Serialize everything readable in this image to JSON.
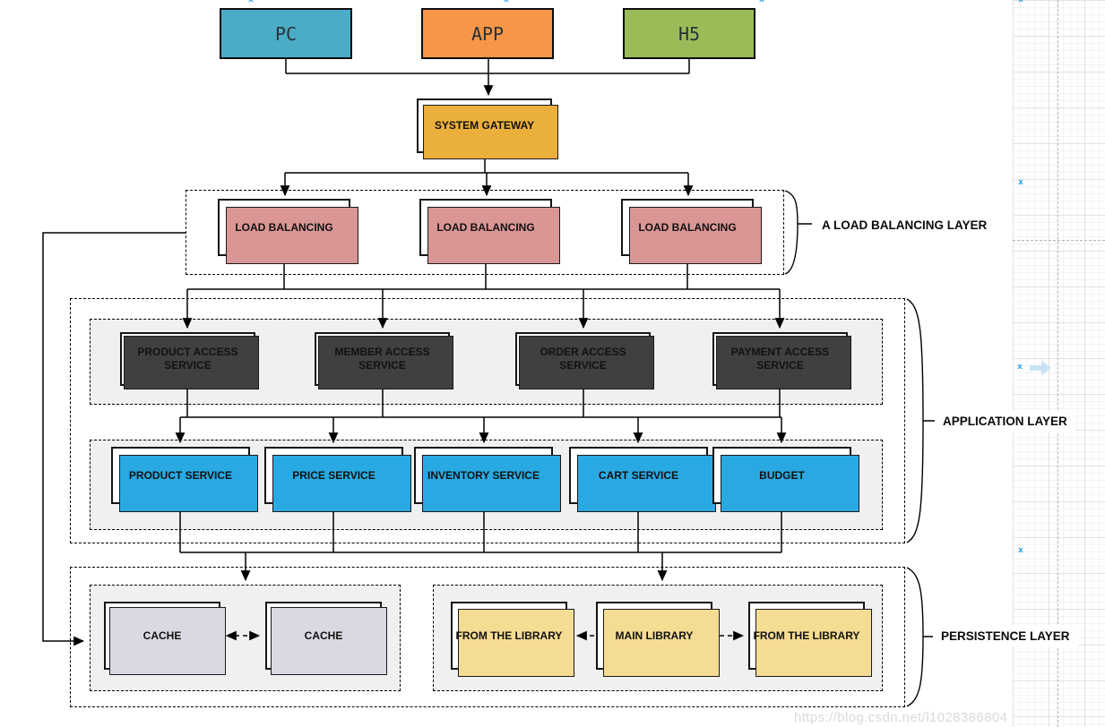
{
  "clients": [
    {
      "label": "PC",
      "fill": "#4BACC6"
    },
    {
      "label": "APP",
      "fill": "#F79646"
    },
    {
      "label": "H5",
      "fill": "#9BBB59"
    }
  ],
  "gateway": {
    "label": "SYSTEM GATEWAY",
    "shadow_color": "#EBAF3C"
  },
  "load_balancing_layer": {
    "label": "A LOAD BALANCING LAYER",
    "shadow_color": "#D99694",
    "nodes": [
      {
        "label": "LOAD BALANCING"
      },
      {
        "label": "LOAD BALANCING"
      },
      {
        "label": "LOAD BALANCING"
      }
    ]
  },
  "application_layer": {
    "label": "APPLICATION LAYER",
    "access_shadow_color": "#404040",
    "service_shadow_color": "#29A9E2",
    "access_services": [
      {
        "label": "PRODUCT ACCESS SERVICE"
      },
      {
        "label": "MEMBER ACCESS SERVICE"
      },
      {
        "label": "ORDER ACCESS SERVICE"
      },
      {
        "label": "PAYMENT ACCESS SERVICE"
      }
    ],
    "services": [
      {
        "label": "PRODUCT SERVICE"
      },
      {
        "label": "PRICE SERVICE"
      },
      {
        "label": "INVENTORY SERVICE"
      },
      {
        "label": "CART SERVICE"
      },
      {
        "label": "BUDGET"
      }
    ]
  },
  "persistence_layer": {
    "label": "PERSISTENCE LAYER",
    "cache_shadow_color": "#DBD8E4",
    "library_shadow_color": "#F5DC93",
    "cache_nodes": [
      {
        "label": "CACHE"
      },
      {
        "label": "CACHE"
      }
    ],
    "library_nodes": [
      {
        "label": "FROM THE LIBRARY"
      },
      {
        "label": "MAIN LIBRARY"
      },
      {
        "label": "FROM THE LIBRARY"
      }
    ]
  },
  "watermark": {
    "text": "https://blog.csdn.net/l1028386804"
  },
  "canvas": {
    "marker_glyph": "x",
    "cluster_fill": "#F0F0F0",
    "line_color": "#000000",
    "grid_guide_color": "#b3b3b3"
  }
}
